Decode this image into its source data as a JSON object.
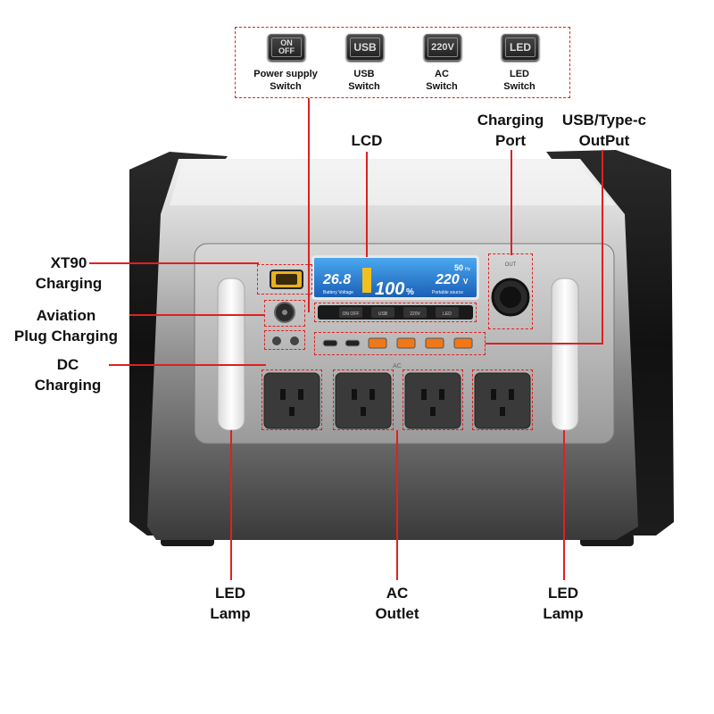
{
  "switch_panel": {
    "keys": [
      {
        "key_text": "ON\nOFF",
        "caption_line1": "Power supply",
        "caption_line2": "Switch"
      },
      {
        "key_text": "USB",
        "caption_line1": "USB",
        "caption_line2": "Switch"
      },
      {
        "key_text": "220V",
        "caption_line1": "AC",
        "caption_line2": "Switch"
      },
      {
        "key_text": "LED",
        "caption_line1": "LED",
        "caption_line2": "Switch"
      }
    ]
  },
  "callouts": {
    "lcd": "LCD",
    "charging_port": [
      "Charging",
      "Port"
    ],
    "usb_output": [
      "USB/Type-c",
      "OutPut"
    ],
    "xt90": [
      "XT90",
      "Charging"
    ],
    "aviation": [
      "Aviation",
      "Plug Charging"
    ],
    "dc": [
      "DC",
      "Charging"
    ],
    "led_lamp_left": [
      "LED",
      "Lamp"
    ],
    "ac_outlet": [
      "AC",
      "Outlet"
    ],
    "led_lamp_right": [
      "LED",
      "Lamp"
    ]
  },
  "lcd_screen": {
    "battery_voltage": "26.8",
    "battery_voltage_label": "Battery Voltage",
    "percent": "100",
    "percent_sign": "%",
    "output_voltage": "220",
    "output_unit": "V",
    "output_label": "Portable source",
    "frequency": "50",
    "frequency_unit": "Hz"
  },
  "device_panel": {
    "switch_strip_labels": [
      "ON OFF",
      "USB",
      "220V",
      "LED"
    ],
    "out_label": "OUT",
    "ac_label": "AC"
  },
  "colors": {
    "accent_red": "#e02020",
    "lcd_blue": "#1670c8",
    "usb_orange": "#f07818"
  }
}
